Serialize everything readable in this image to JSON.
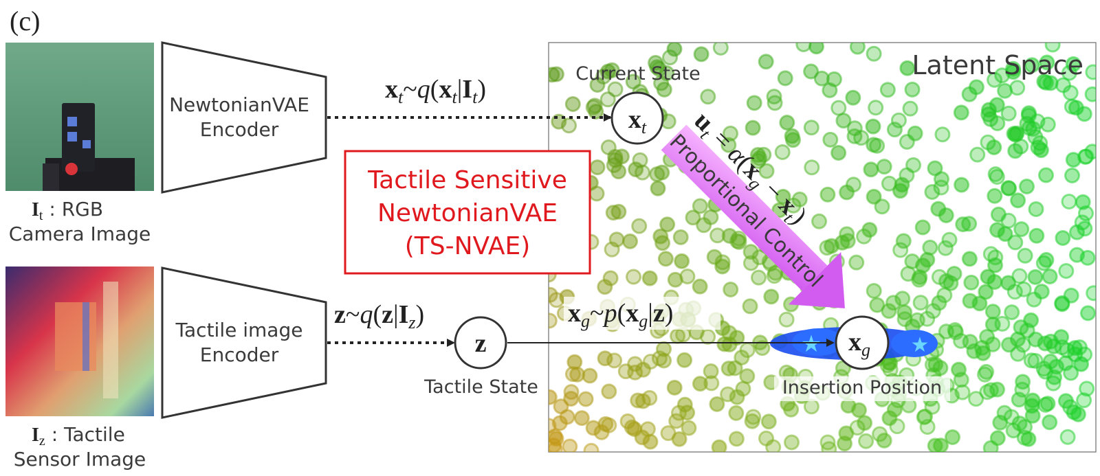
{
  "panel_label": "(c)",
  "camera_image": {
    "caption_symbol": "I",
    "caption_sub": "t",
    "caption_rest": " : RGB",
    "caption_line2": "Camera Image"
  },
  "tactile_image": {
    "caption_symbol": "I",
    "caption_sub": "z",
    "caption_rest": " : Tactile",
    "caption_line2": "Sensor Image"
  },
  "encoders": {
    "newtonian": {
      "line1": "NewtonianVAE",
      "line2": "Encoder"
    },
    "tactile": {
      "line1": "Tactile image",
      "line2": "Encoder"
    }
  },
  "formulas": {
    "xt_dist": {
      "a": "x",
      "a_sub": "t",
      "b": "~",
      "c": "q",
      "d": "(",
      "e": "x",
      "e_sub": "t",
      "f": "|",
      "g": "I",
      "g_sub": "t",
      "h": ")"
    },
    "z_dist": {
      "a": "z",
      "b": "~",
      "c": "q",
      "d": "(",
      "e": "z",
      "f": "|",
      "g": "I",
      "g_sub": "z",
      "h": ")"
    },
    "xg_dist": {
      "a": "x",
      "a_sub": "g",
      "b": "~",
      "c": "p",
      "d": "(",
      "e": "x",
      "e_sub": "g",
      "f": "|",
      "g": "z",
      "h": ")"
    },
    "control": {
      "u": "u",
      "u_sub": "t",
      "eq": " = ",
      "alpha": "α",
      "open": "(",
      "xg": "x",
      "xg_sub": "g",
      "minus": " − ",
      "xt": "x",
      "xt_sub": "t",
      "close": ")"
    }
  },
  "model_box": {
    "line1": "Tactile Sensitive",
    "line2": "NewtonianVAE",
    "line3": "(TS-NVAE)",
    "color": "#e0191e"
  },
  "latent_space": {
    "title": "Latent Space",
    "current_state_label": "Current State",
    "tactile_state_label": "Tactile State",
    "insertion_label": "Insertion Position",
    "arrow_label": "Proportional Control",
    "nodes": {
      "xt": {
        "symbol": "x",
        "sub": "t"
      },
      "z": {
        "symbol": "z"
      },
      "xg": {
        "symbol": "x",
        "sub": "g"
      }
    },
    "arrow_color": "#e070f0",
    "goal_cluster_color": "#1a4cf0"
  }
}
